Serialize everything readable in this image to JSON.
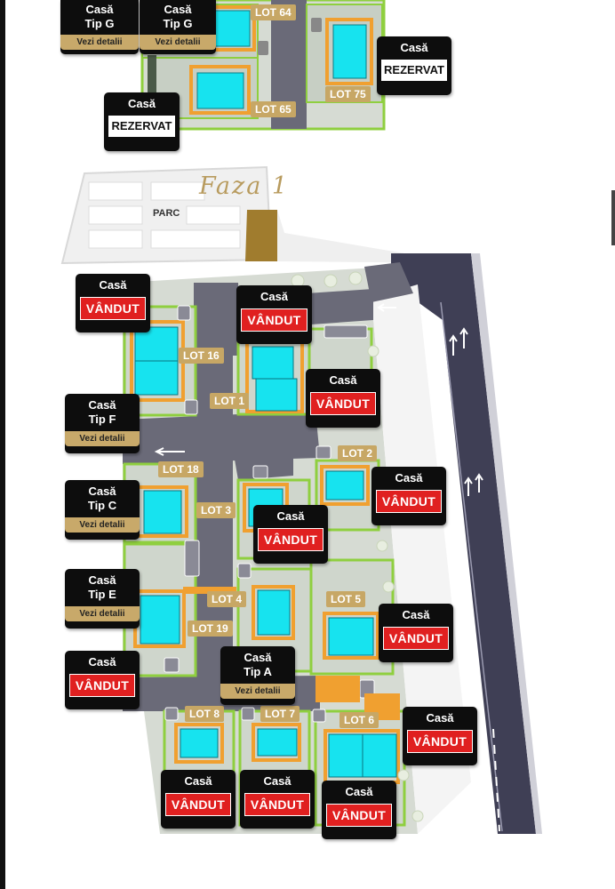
{
  "labels": {
    "faza": "Faza 1",
    "parc": "PARC"
  },
  "cards": [
    {
      "id": "tipg1",
      "title": "Casă",
      "sub": "Tip G",
      "details": "Vezi detalii"
    },
    {
      "id": "tipg2",
      "title": "Casă",
      "sub": "Tip G",
      "details": "Vezi detalii"
    },
    {
      "id": "rez1",
      "title": "Casă",
      "reserved": "REZERVAT"
    },
    {
      "id": "rez2",
      "title": "Casă",
      "reserved": "REZERVAT"
    },
    {
      "id": "v1",
      "title": "Casă",
      "sold": "VÂNDUT"
    },
    {
      "id": "v2",
      "title": "Casă",
      "sold": "VÂNDUT"
    },
    {
      "id": "v3",
      "title": "Casă",
      "sold": "VÂNDUT"
    },
    {
      "id": "tipf",
      "title": "Casă",
      "sub": "Tip F",
      "details": "Vezi detalii"
    },
    {
      "id": "v4",
      "title": "Casă",
      "sold": "VÂNDUT"
    },
    {
      "id": "tipc",
      "title": "Casă",
      "sub": "Tip C",
      "details": "Vezi detalii"
    },
    {
      "id": "v5",
      "title": "Casă",
      "sold": "VÂNDUT"
    },
    {
      "id": "tipe",
      "title": "Casă",
      "sub": "Tip E",
      "details": "Vezi detalii"
    },
    {
      "id": "v6",
      "title": "Casă",
      "sold": "VÂNDUT"
    },
    {
      "id": "v7",
      "title": "Casă",
      "sold": "VÂNDUT"
    },
    {
      "id": "tipa",
      "title": "Casă",
      "sub": "Tip A",
      "details": "Vezi detalii"
    },
    {
      "id": "v8",
      "title": "Casă",
      "sold": "VÂNDUT"
    },
    {
      "id": "v9",
      "title": "Casă",
      "sold": "VÂNDUT"
    },
    {
      "id": "v10",
      "title": "Casă",
      "sold": "VÂNDUT"
    },
    {
      "id": "v11",
      "title": "Casă",
      "sold": "VÂNDUT"
    }
  ],
  "lots": [
    {
      "id": "l64",
      "text": "LOT 64"
    },
    {
      "id": "l75",
      "text": "LOT 75"
    },
    {
      "id": "l65",
      "text": "LOT 65"
    },
    {
      "id": "l16",
      "text": "LOT 16"
    },
    {
      "id": "l1",
      "text": "LOT 1"
    },
    {
      "id": "l2",
      "text": "LOT 2"
    },
    {
      "id": "l18",
      "text": "LOT 18"
    },
    {
      "id": "l3",
      "text": "LOT 3"
    },
    {
      "id": "l4",
      "text": "LOT 4"
    },
    {
      "id": "l5",
      "text": "LOT 5"
    },
    {
      "id": "l19",
      "text": "LOT 19"
    },
    {
      "id": "l8",
      "text": "LOT 8"
    },
    {
      "id": "l7",
      "text": "LOT 7"
    },
    {
      "id": "l6",
      "text": "LOT 6"
    }
  ],
  "colors": {
    "road": "#6a6a78",
    "highway": "#3f3f55",
    "ground": "#d6dbd3",
    "hedge": "#8fcf3f",
    "plot_border": "#f0a030",
    "house": "#17e3ef",
    "lot_badge": "#c7a765",
    "sold": "#e02020",
    "card": "#0d0d0d"
  }
}
